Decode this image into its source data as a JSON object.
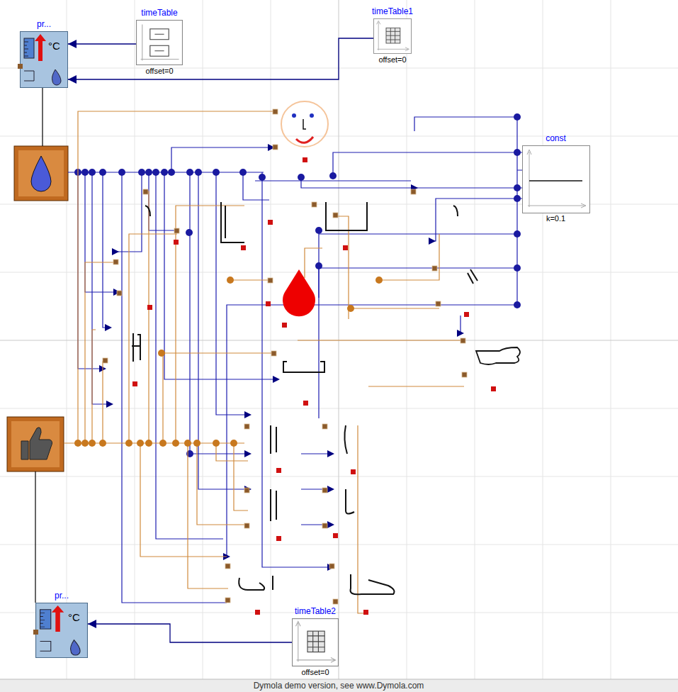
{
  "diagram": {
    "nodes": [
      {
        "text": [
          "pr...",
          "°C"
        ]
      },
      {
        "text": [
          "timeTable",
          "offset=0"
        ]
      },
      {
        "text": [
          "timeTable1",
          "offset=0"
        ]
      },
      {
        "text": [
          "const",
          "k=0.1"
        ]
      },
      {
        "text": [
          "pr...",
          "°C"
        ]
      },
      {
        "text": [
          "timeTable2",
          "offset=0"
        ]
      }
    ],
    "edges": [
      {
        "from": 1,
        "to": 0,
        "arrow": "to"
      },
      {
        "from": 2,
        "to": 0,
        "arrow": "to"
      },
      {
        "from": 5,
        "to": 4,
        "arrow": "to"
      }
    ],
    "labels": [
      "Dymola demo version, see www.Dymola.com"
    ]
  }
}
